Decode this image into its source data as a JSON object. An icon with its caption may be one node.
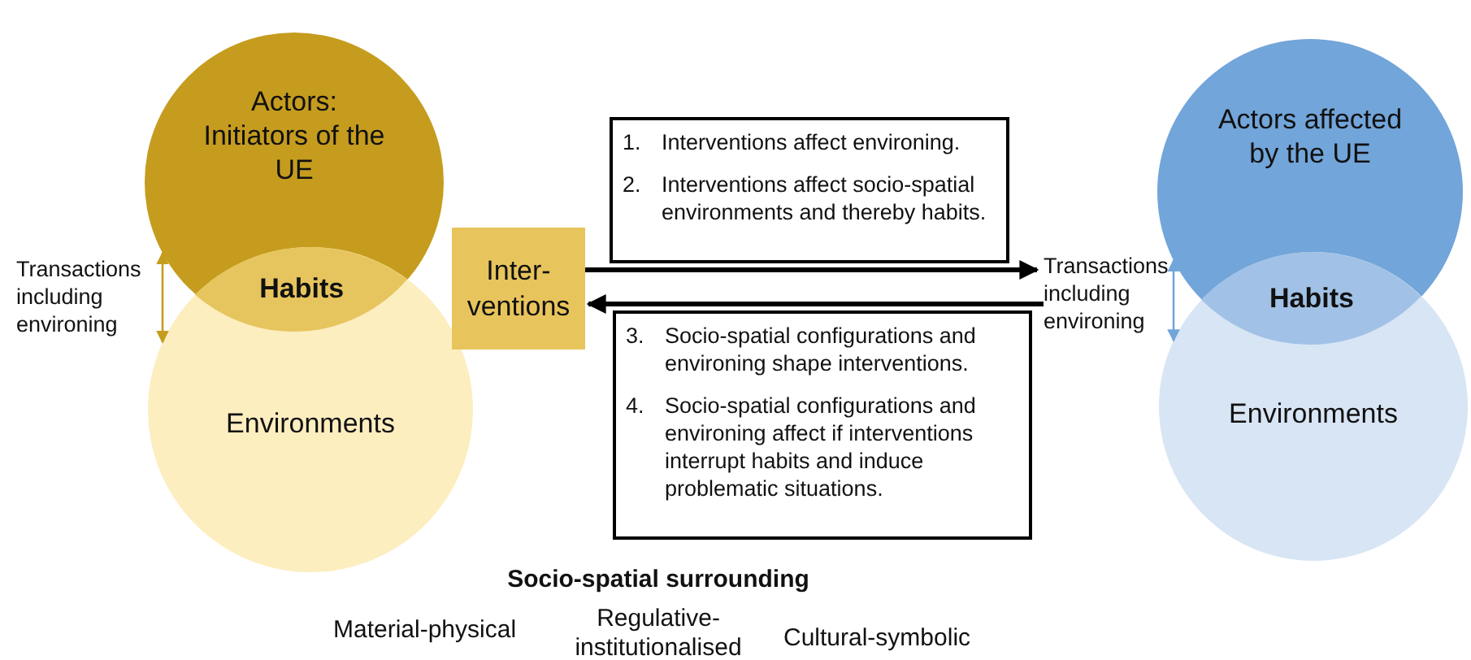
{
  "diagram": {
    "nodes": [
      {
        "text": [
          "Actors: Initiators of the UE"
        ]
      },
      {
        "text": [
          "Habits"
        ]
      },
      {
        "text": [
          "Environments"
        ]
      },
      {
        "text": [
          "Inter-ventions"
        ]
      },
      {
        "text": [
          "1. Interventions affect environing.",
          "2. Interventions affect socio-spatial environments and thereby habits."
        ]
      },
      {
        "text": [
          "3. Socio-spatial configurations and environing shape interventions.",
          "4. Socio-spatial configurations and environing affect if interventions interrupt habits and induce problematic situations."
        ]
      },
      {
        "text": [
          "Transactions including environing"
        ]
      },
      {
        "text": [
          "Actors affected by the UE"
        ]
      },
      {
        "text": [
          "Habits"
        ]
      },
      {
        "text": [
          "Environments"
        ]
      }
    ],
    "edges": [
      {
        "from": 3,
        "to": 6,
        "arrow": "to",
        "style": "thick"
      },
      {
        "from": 6,
        "to": 3,
        "arrow": "to",
        "style": "thick"
      },
      {
        "from": 0,
        "to": 2,
        "arrow": "both",
        "label": "Transactions including environing",
        "color": "#c69c1e"
      },
      {
        "from": 7,
        "to": 9,
        "arrow": "both",
        "color": "#72a5d9"
      }
    ],
    "labels": [
      "Socio-spatial surrounding",
      "Material-physical",
      "Regulative-institutionalised",
      "Cultural-symbolic"
    ]
  }
}
